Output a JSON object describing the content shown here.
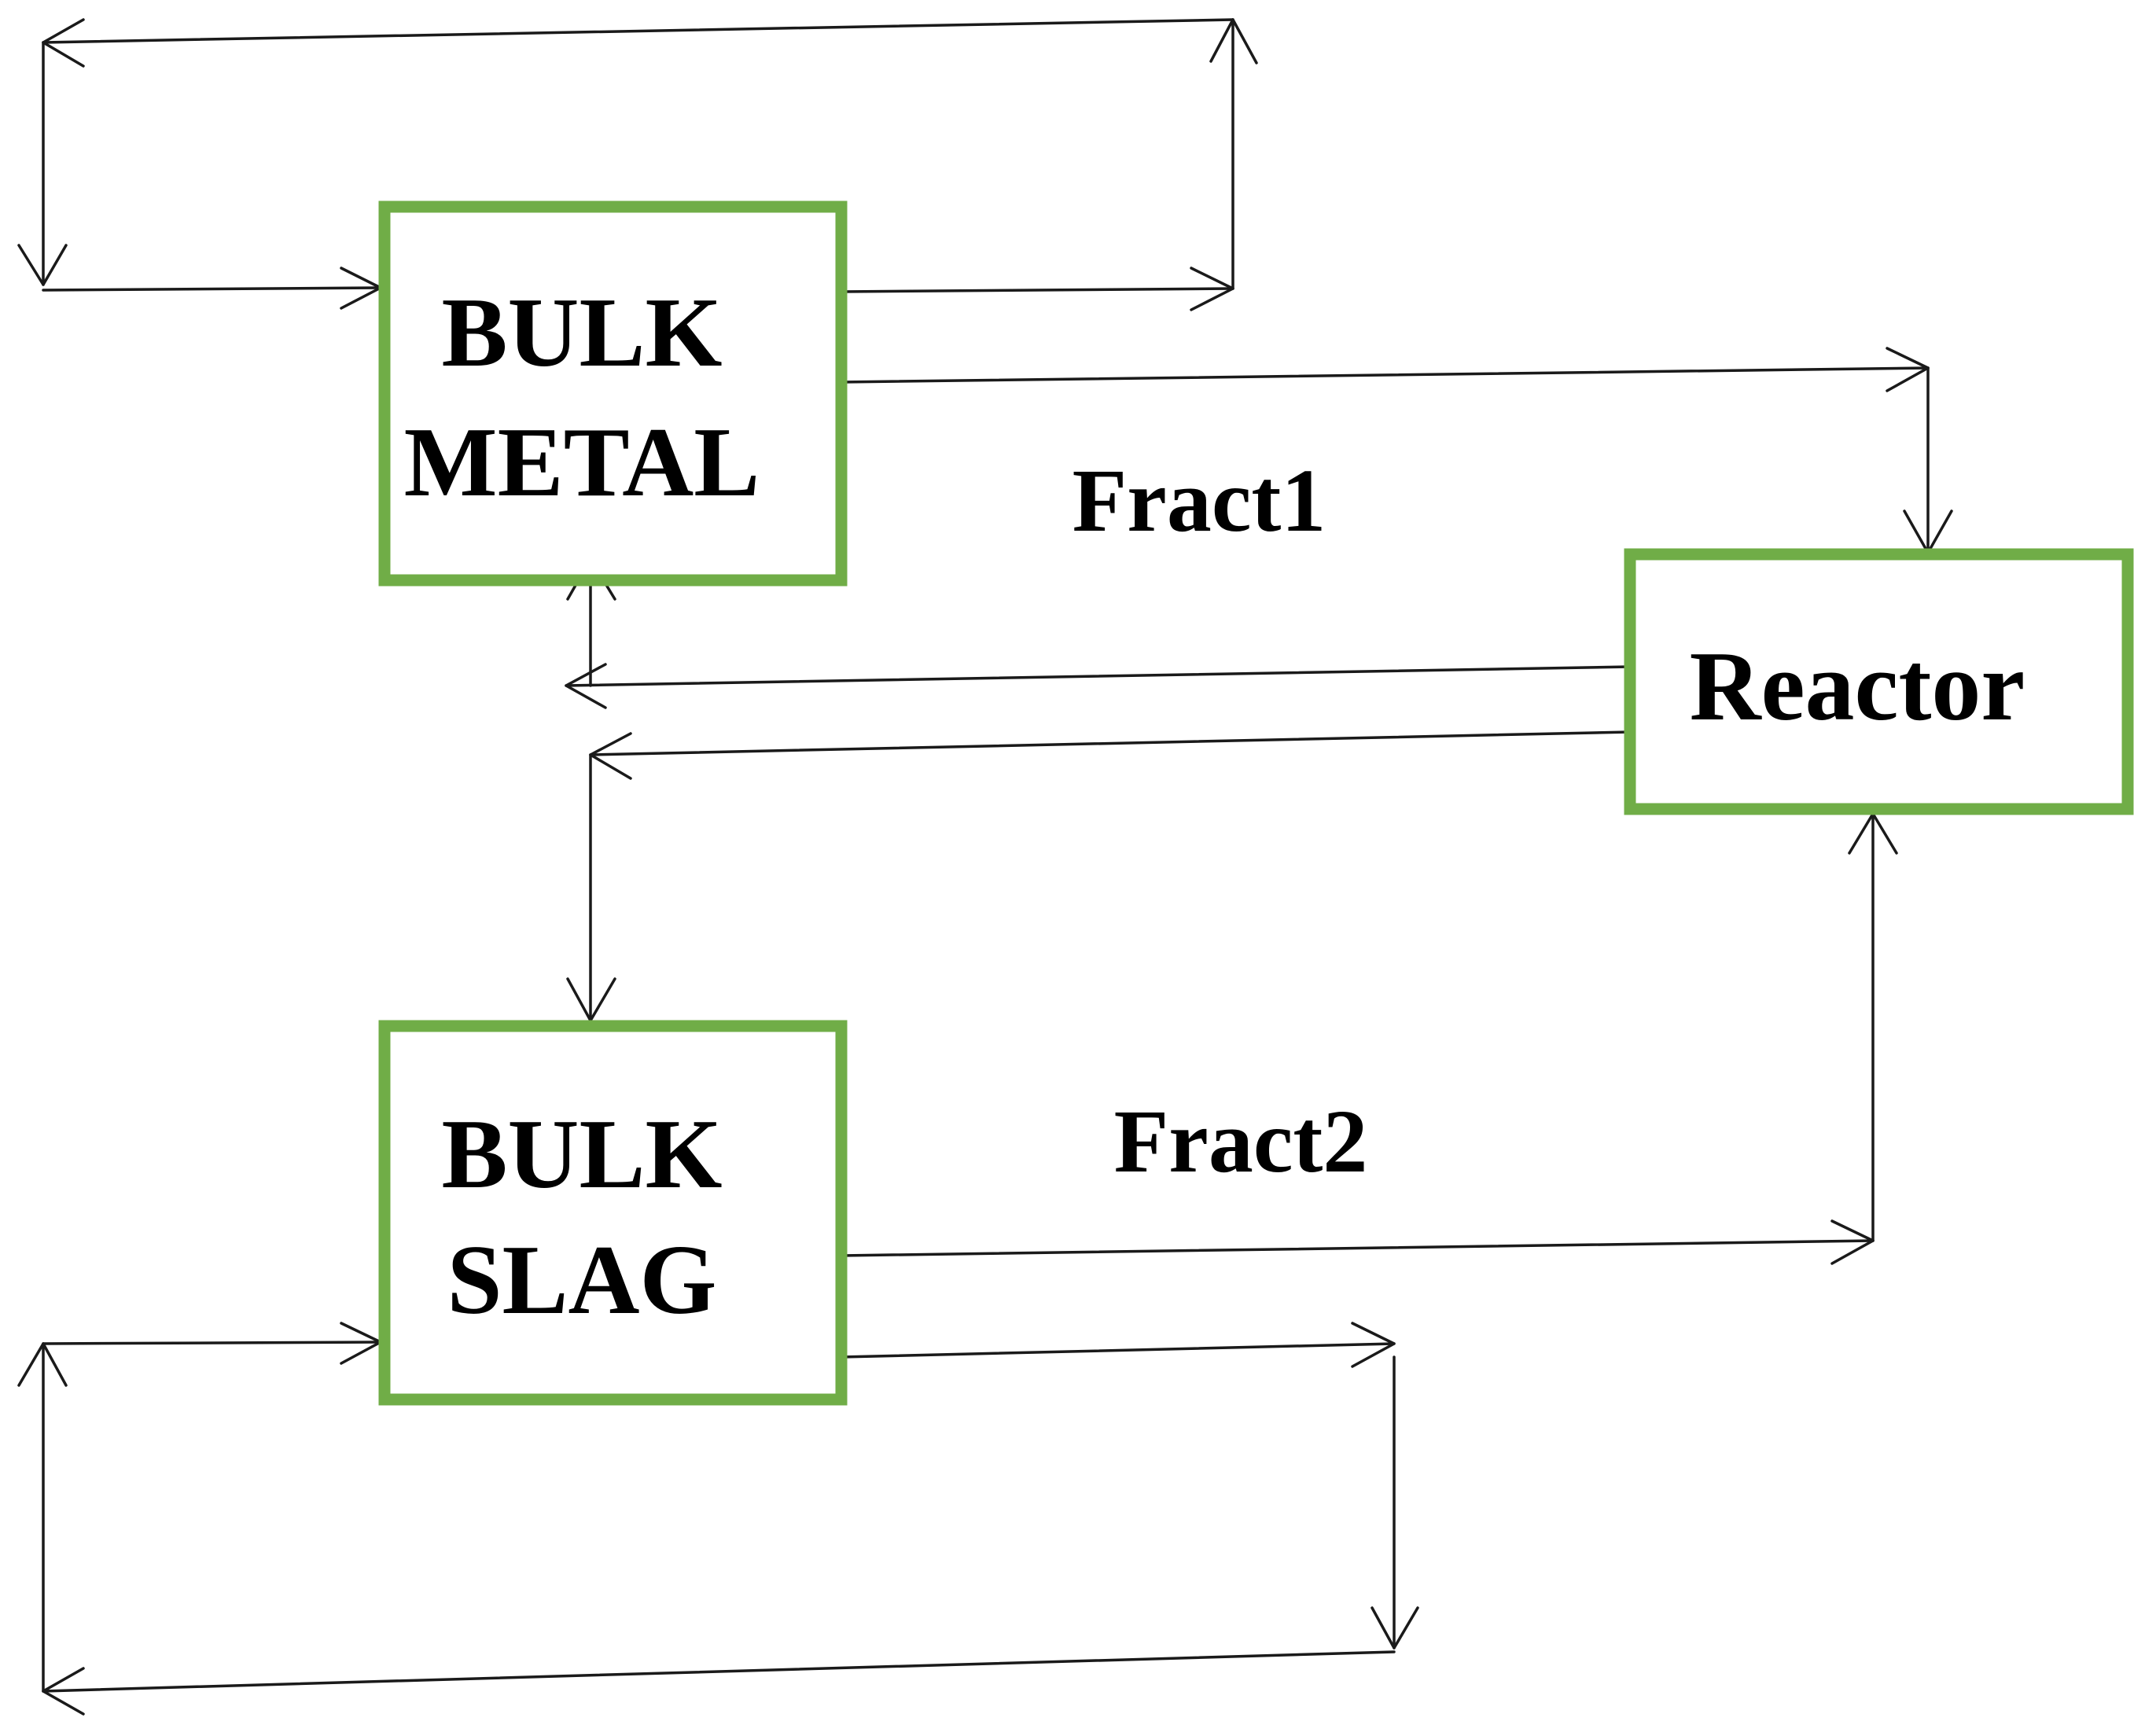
{
  "colors": {
    "box_border": "#70ad47",
    "line": "#1a1a1a",
    "text": "#000000"
  },
  "boxes": {
    "bulk_metal": {
      "line1": "BULK",
      "line2": "METAL"
    },
    "reactor": {
      "label": "Reactor"
    },
    "bulk_slag": {
      "line1": "BULK",
      "line2": "SLAG"
    }
  },
  "labels": {
    "fract1": "Fract1",
    "fract2": "Fract2"
  }
}
